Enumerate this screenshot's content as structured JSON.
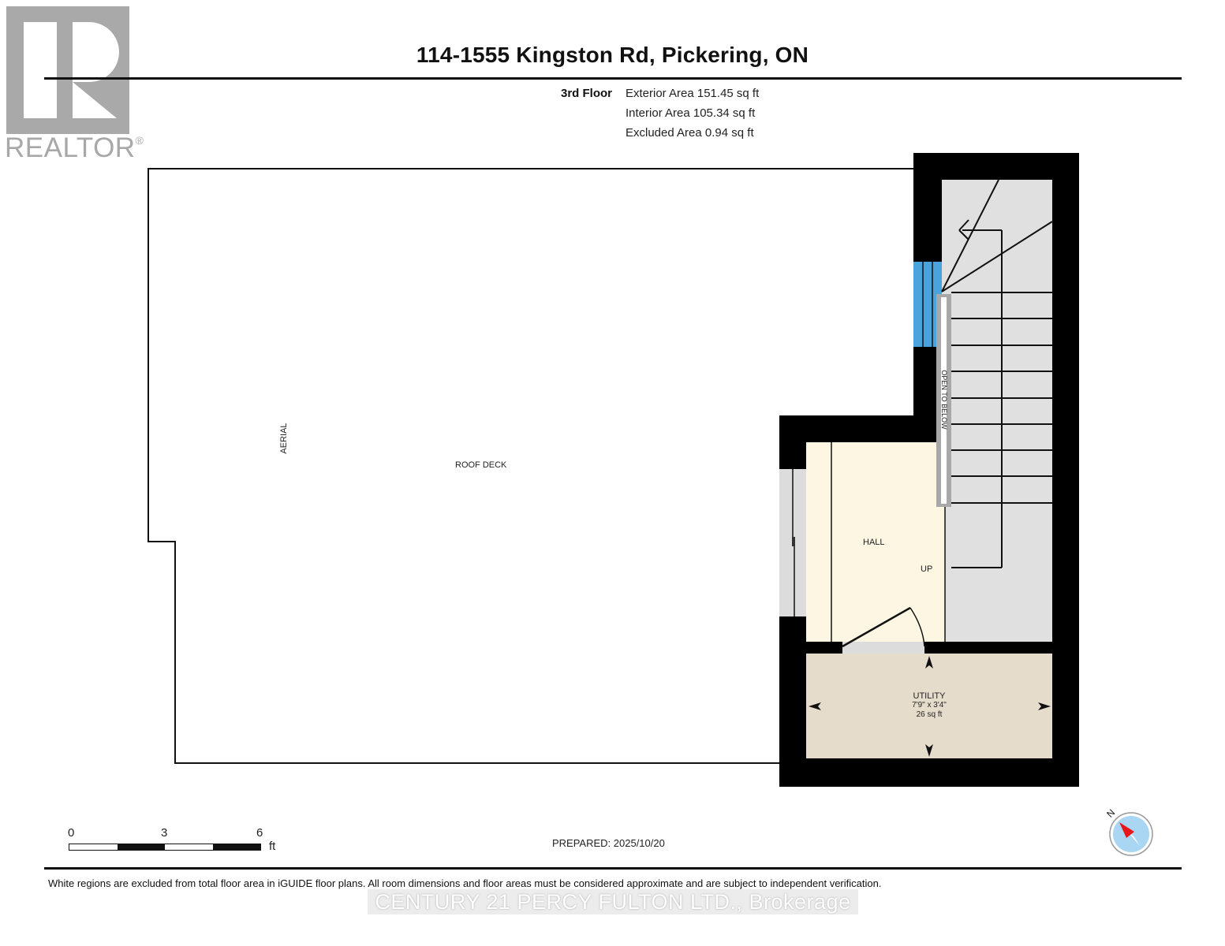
{
  "header": {
    "title": "114-1555 Kingston Rd, Pickering, ON",
    "logo": {
      "icon": "realtor-r-logo",
      "text": "REALTOR",
      "mark": "®"
    }
  },
  "floor_info": {
    "floor": "3rd Floor",
    "exterior_area": "Exterior Area 151.45 sq ft",
    "interior_area": "Interior Area 105.34 sq ft",
    "excluded_area": "Excluded Area 0.94 sq ft"
  },
  "plan": {
    "rooms": [
      {
        "name": "ROOF DECK"
      },
      {
        "name": "AERIAL"
      },
      {
        "name": "HALL"
      },
      {
        "name": "UP"
      },
      {
        "name": "OPEN TO BELOW"
      },
      {
        "name": "UTILITY",
        "dimensions": "7'9\" x 3'4\"",
        "area": "26 sq ft"
      }
    ],
    "colors": {
      "wall": "#000000",
      "stairs": "#e0e0e0",
      "hall": "#fdf6e3",
      "utility": "#e6dccc",
      "window": "#4aa3dc",
      "door_threshold": "#dcdcdc"
    }
  },
  "scale": {
    "labels": [
      "0",
      "3",
      "6"
    ],
    "unit": "ft"
  },
  "compass": {
    "label": "N",
    "icon": "north-arrow-compass"
  },
  "footer": {
    "prepared": "PREPARED: 2025/10/20",
    "disclaimer": "White regions are excluded from total floor area in iGUIDE floor plans. All room dimensions and floor areas must be considered approximate and are subject to independent verification.",
    "brokerage": "CENTURY 21 PERCY FULTON LTD., Brokerage"
  }
}
